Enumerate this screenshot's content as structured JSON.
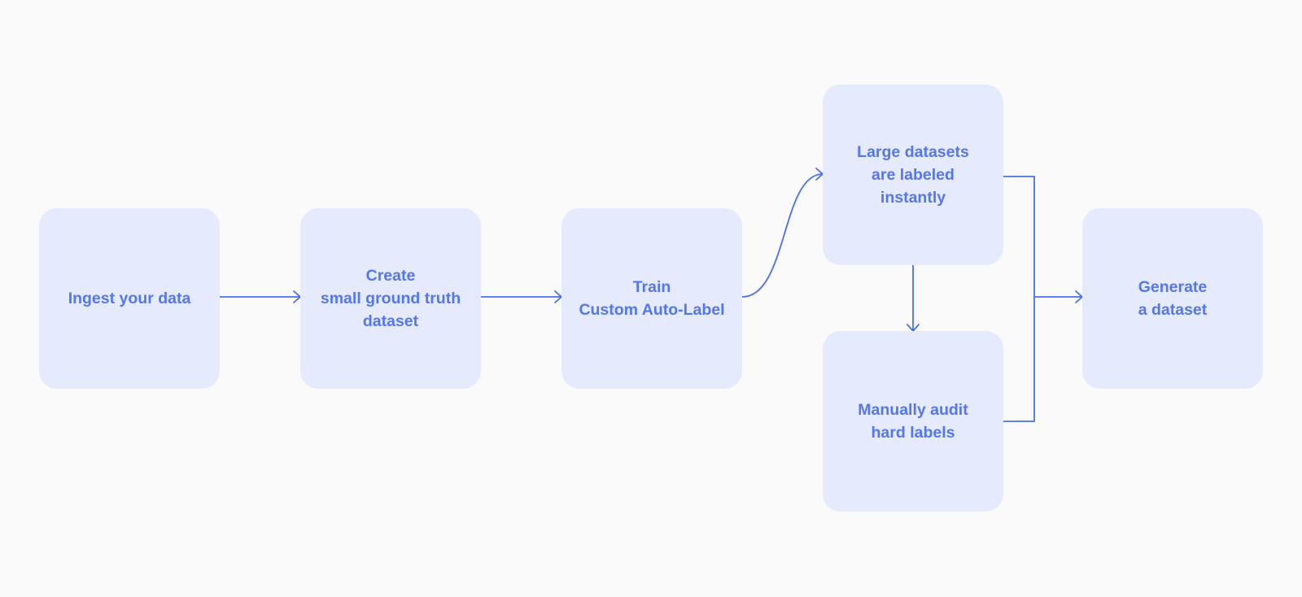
{
  "diagram": {
    "steps": [
      {
        "id": "ingest",
        "label": "Ingest your data"
      },
      {
        "id": "ground_truth",
        "label": "Create\nsmall ground truth\ndataset"
      },
      {
        "id": "train",
        "label": "Train\nCustom Auto-Label"
      },
      {
        "id": "labeled",
        "label": "Large datasets\nare labeled\ninstantly"
      },
      {
        "id": "audit",
        "label": "Manually audit\nhard labels"
      },
      {
        "id": "generate",
        "label": "Generate\na dataset"
      }
    ],
    "connections": [
      {
        "from": "ingest",
        "to": "ground_truth"
      },
      {
        "from": "ground_truth",
        "to": "train"
      },
      {
        "from": "train",
        "to": "labeled"
      },
      {
        "from": "labeled",
        "to": "audit"
      },
      {
        "from": "labeled",
        "to": "generate"
      },
      {
        "from": "audit",
        "to": "generate"
      }
    ],
    "colors": {
      "background": "#fafafa",
      "box_fill": "#e5eafd",
      "text": "#5577ec",
      "connector": "#4a6fe8"
    }
  }
}
